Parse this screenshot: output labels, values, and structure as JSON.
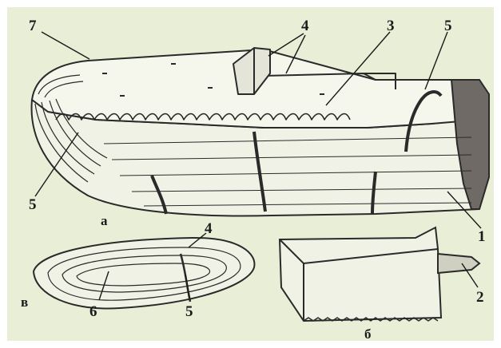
{
  "colors": {
    "background": "#e9efd6",
    "frame": "#ffffff",
    "ink": "#2a2a2a",
    "wood_light": "#f1f2e6",
    "wood_shadow": "#bcbcae",
    "end_grain": "#6f6a66"
  },
  "labels": {
    "n1": "1",
    "n2": "2",
    "n3": "3",
    "n4_top": "4",
    "n4_bottom": "4",
    "n5_top": "5",
    "n5_left": "5",
    "n5_bottom": "5",
    "n6": "6",
    "n7": "7",
    "sub_a": "а",
    "sub_b": "б",
    "sub_v": "в"
  }
}
